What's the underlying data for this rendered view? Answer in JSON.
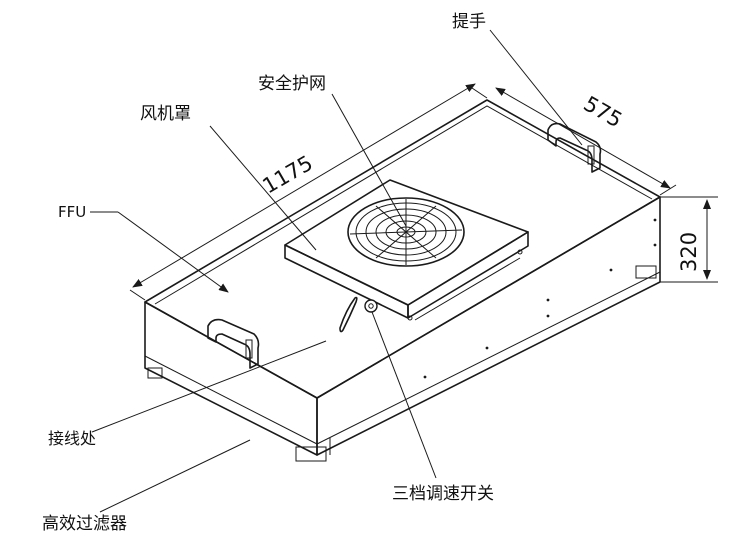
{
  "labels": {
    "handle": "提手",
    "guard_net": "安全护网",
    "fan_cover": "风机罩",
    "ffu": "FFU",
    "wiring": "接线处",
    "speed_switch": "三档调速开关",
    "hepa_filter": "高效过滤器"
  },
  "dimensions": {
    "length": "1175",
    "width": "575",
    "height": "320"
  },
  "colors": {
    "line": "#1a1a1a",
    "background": "#ffffff"
  }
}
